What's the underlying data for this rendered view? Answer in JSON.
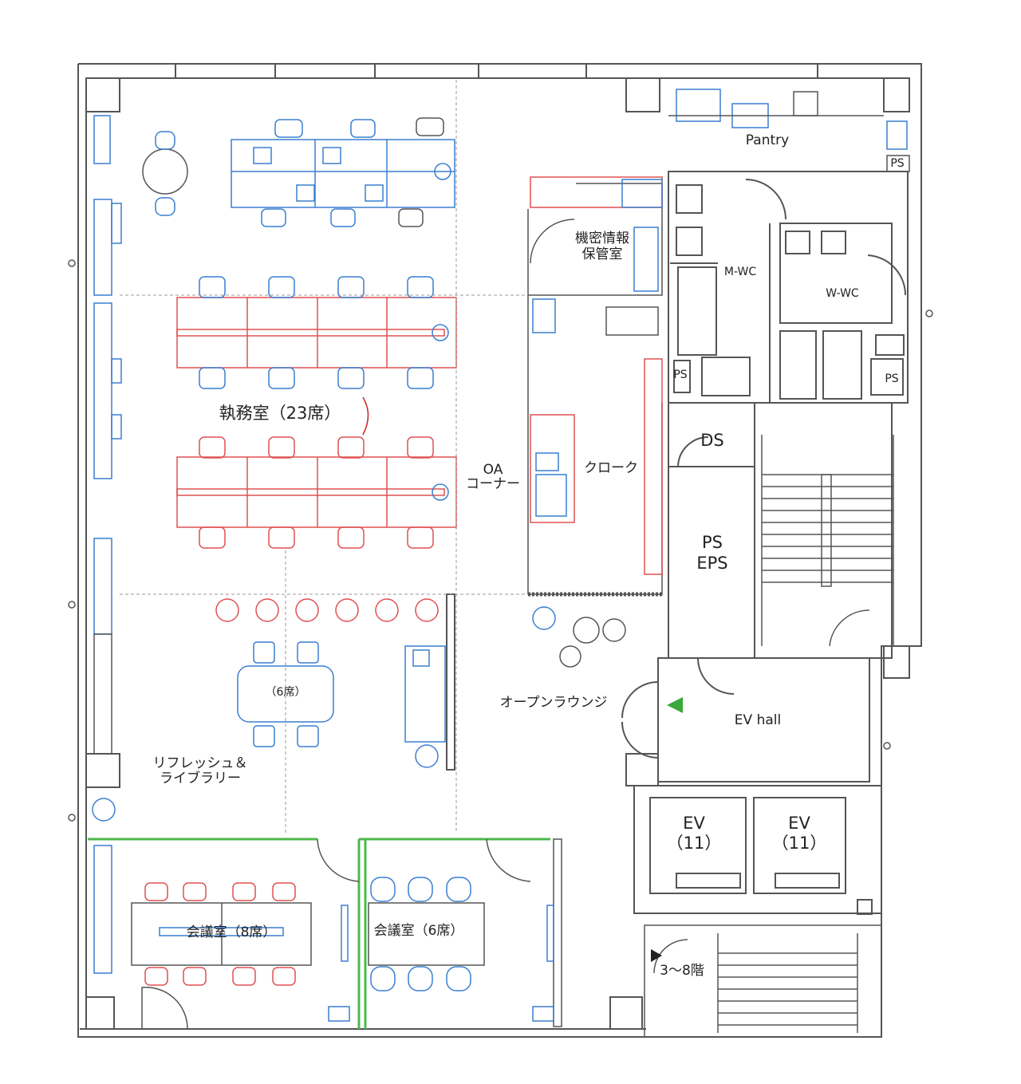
{
  "rooms": {
    "executive_room": "執務室（23席）",
    "oa_corner_line1": "OA",
    "oa_corner_line2": "コーナー",
    "cloak": "クローク",
    "confidential_line1": "機密情報",
    "confidential_line2": "保管室",
    "pantry": "Pantry",
    "m_wc": "M-WC",
    "w_wc": "W-WC",
    "ds": "DS",
    "ps_eps_line1": "PS",
    "ps_eps_line2": "EPS",
    "ps_a": "PS",
    "ps_b": "PS",
    "ps_c": "PS",
    "open_lounge": "オープンラウンジ",
    "six_seats": "（6席）",
    "refresh_line1": "リフレッシュ＆",
    "refresh_line2": "ライブラリー",
    "ev_hall": "EV hall",
    "ev1_line1": "EV",
    "ev1_line2": "（11）",
    "ev2_line1": "EV",
    "ev2_line2": "（11）",
    "meeting_a": "会議室（8席）",
    "meeting_b": "会議室（6席）",
    "stairs": "3～8階"
  },
  "colors": {
    "wall": "#555555",
    "blue_furniture": "#3a7fd1",
    "red_furniture": "#e05050",
    "green_partition": "#4cb84c",
    "entry_arrow": "#3aa83a"
  }
}
